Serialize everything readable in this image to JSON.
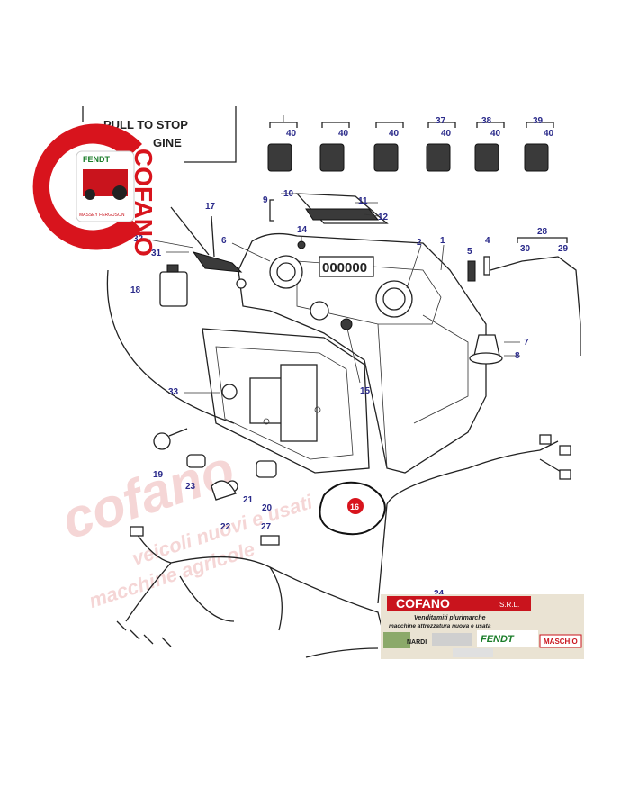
{
  "panel_text": {
    "line1": "PULL TO STOP",
    "line2": "GINE"
  },
  "logo": {
    "vertical_text": "COFANO",
    "brand_top": "FENDT",
    "brand_bottom": "MASSEY FERGUSON",
    "colors": {
      "red": "#d8141d",
      "white": "#ffffff"
    }
  },
  "watermark": {
    "line1": "cofano",
    "line2": "veicoli nuovi e usati",
    "line3": "macchine agricole"
  },
  "banner": {
    "title": "COFANO",
    "suffix": "S.R.L.",
    "line1": "Venditamiti plurimarche",
    "line2": "macchine attrezzatura nuova e usata",
    "brands": [
      "NARDI",
      "FENDT",
      "MASCHIO"
    ],
    "colors": {
      "title": "#ffffff",
      "title_bg": "#c9141d",
      "text": "#1a1a1a"
    }
  },
  "highlight": {
    "label": "16",
    "color": "#d8141d"
  },
  "callouts": {
    "c1": "1",
    "c2": "2",
    "c4": "4",
    "c5": "5",
    "c6": "6",
    "c7": "7",
    "c8": "8",
    "c9": "9",
    "c10": "10",
    "c11": "11",
    "c12": "12",
    "c14": "14",
    "c15": "15",
    "c17": "17",
    "c18": "18",
    "c19": "19",
    "c20": "20",
    "c21": "21",
    "c22": "22",
    "c23": "23",
    "c24": "24",
    "c27": "27",
    "c28": "28",
    "c29": "29",
    "c30": "30",
    "c31": "31",
    "c32": "32",
    "c33": "33",
    "c37": "37",
    "c38": "38",
    "c39": "39",
    "c40a": "40",
    "c40b": "40",
    "c40c": "40",
    "c40d": "40",
    "c40e": "40",
    "c40f": "40"
  }
}
